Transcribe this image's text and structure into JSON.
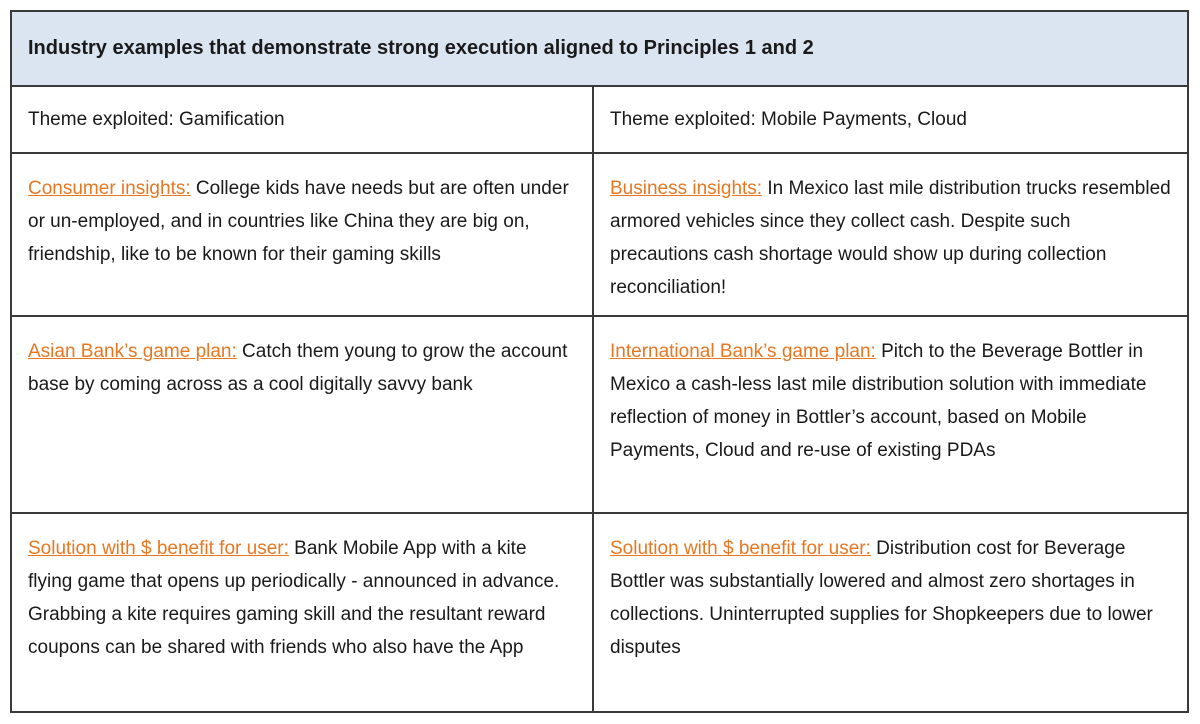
{
  "title": "Industry examples that demonstrate strong execution aligned to Principles 1 and 2",
  "columns": [
    {
      "theme": "Theme exploited: Gamification",
      "rows": [
        {
          "label": "Consumer insights:",
          "text": " College kids have needs but are often under or un-employed, and in countries like China they are big on, friendship, like to be known for their gaming skills"
        },
        {
          "label": "Asian Bank’s game plan:",
          "text": " Catch them young to grow the account base by coming across as a cool digitally savvy bank"
        },
        {
          "label": "Solution with $ benefit for user:",
          "text": " Bank Mobile App with a kite flying game that opens up periodically - announced in advance. Grabbing a kite requires gaming skill and the resultant reward coupons can be shared with friends who also have the App"
        }
      ]
    },
    {
      "theme": "Theme exploited: Mobile Payments, Cloud",
      "rows": [
        {
          "label": "Business insights:",
          "text": " In Mexico last mile distribution trucks resembled armored vehicles since they collect cash. Despite such precautions cash shortage would show up during collection reconciliation!"
        },
        {
          "label": "International Bank’s game plan:",
          "text": " Pitch to the Beverage Bottler in Mexico a cash-less last mile distribution solution with immediate reflection of money in Bottler’s account, based on Mobile Payments, Cloud and re-use of existing PDAs"
        },
        {
          "label": "Solution with $ benefit for user:",
          "text": "  Distribution cost for Beverage Bottler was substantially lowered and almost zero shortages in collections. Uninterrupted supplies for Shopkeepers due to lower disputes"
        }
      ]
    }
  ],
  "colors": {
    "header_bg": "#dbe5f1",
    "label": "#e87722",
    "border": "#3a3a3a"
  }
}
